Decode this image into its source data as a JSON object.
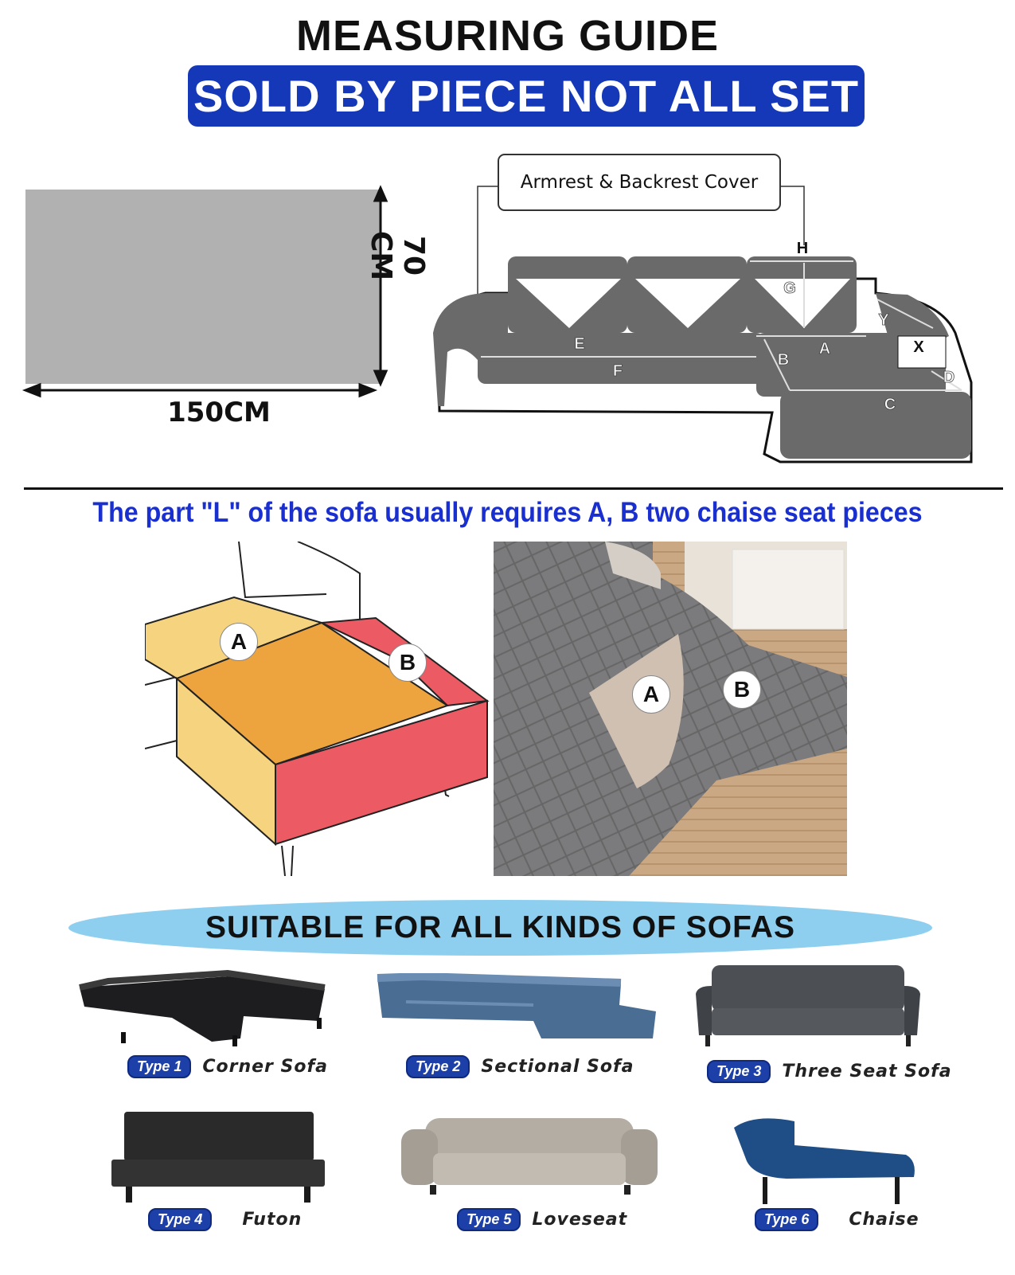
{
  "header": {
    "title": "MEASURING GUIDE",
    "banner": "SOLD BY PIECE NOT ALL SET"
  },
  "dimension_panel": {
    "height_label": "70 CM",
    "width_label": "150CM"
  },
  "sofa_diagram": {
    "callout": "Armrest & Backrest Cover",
    "markers": [
      "H",
      "G",
      "E",
      "F",
      "A",
      "B",
      "C",
      "X",
      "Y",
      "D"
    ]
  },
  "l_section": {
    "caption": "The part \"L\" of the sofa usually requires A, B two chaise seat pieces",
    "illustration_labels": [
      "A",
      "B"
    ],
    "photo_labels": [
      "A",
      "B"
    ]
  },
  "suitable": {
    "banner": "SUITABLE FOR ALL KINDS OF SOFAS",
    "types": [
      {
        "badge": "Type 1",
        "name": "Corner Sofa"
      },
      {
        "badge": "Type 2",
        "name": "Sectional Sofa"
      },
      {
        "badge": "Type 3",
        "name": "Three Seat Sofa"
      },
      {
        "badge": "Type 4",
        "name": "Futon"
      },
      {
        "badge": "Type 5",
        "name": "Loveseat"
      },
      {
        "badge": "Type 6",
        "name": "Chaise"
      }
    ]
  },
  "colors": {
    "banner_blue": "#1438b8",
    "caption_blue": "#1a2fd0",
    "panel_gray": "#b1b1b1",
    "sky_band": "#8ecff0",
    "seat_a": "#f6d37e",
    "seat_overlap": "#eea43e",
    "seat_b": "#ec5a64"
  },
  "icons": [
    "arrow-icon",
    "sofa-diagram-icon",
    "sofa-thumbnail-icon"
  ]
}
